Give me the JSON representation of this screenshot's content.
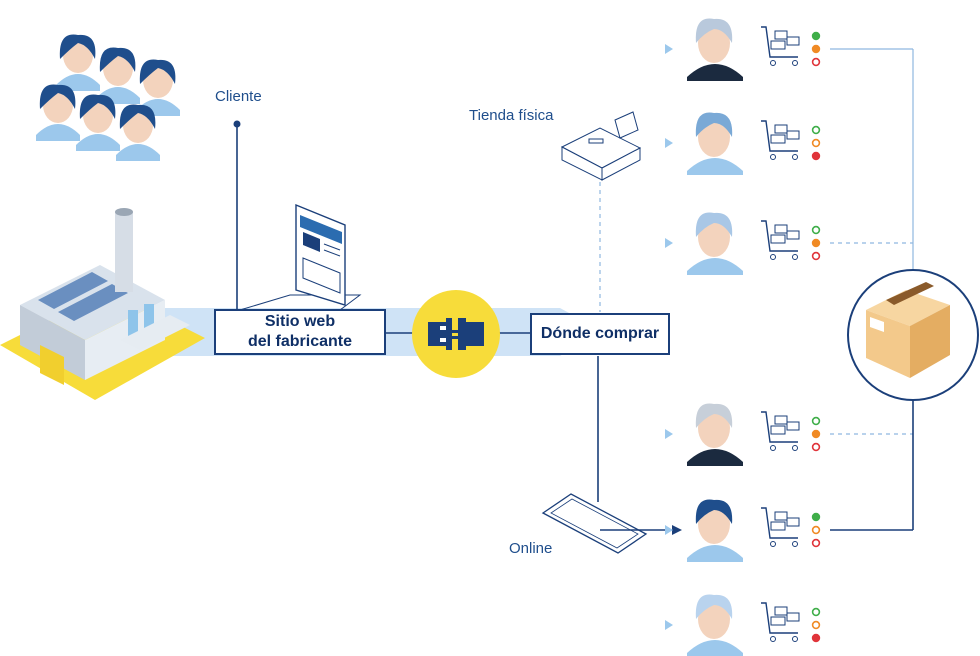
{
  "labels": {
    "cliente": "Cliente",
    "tienda": "Tienda física",
    "online": "Online",
    "sitio_line1": "Sitio web",
    "sitio_line2": "del fabricante",
    "donde": "Dónde comprar"
  },
  "colors": {
    "navy": "#1b3f7a",
    "blue": "#2b6cb0",
    "light_blue": "#9cc8ec",
    "yellow": "#f7dc3a",
    "green": "#3fae49",
    "orange": "#f08a24",
    "red": "#e0343a",
    "box_tan": "#f3c98b"
  },
  "customers": [
    {
      "hair": "#b9c9dc",
      "status": [
        "green",
        "orange",
        "empty"
      ]
    },
    {
      "hair": "#7aa9d6",
      "status": [
        "empty",
        "empty",
        "red"
      ]
    },
    {
      "hair": "#a9c7e6",
      "status": [
        "empty",
        "orange",
        "empty"
      ]
    },
    {
      "hair": "#c7cfd9",
      "status": [
        "empty",
        "orange",
        "empty"
      ]
    },
    {
      "hair": "#1f4e8c",
      "status": [
        "green",
        "empty",
        "empty"
      ]
    },
    {
      "hair": "#b9d3ee",
      "status": [
        "empty",
        "empty",
        "red"
      ]
    }
  ]
}
